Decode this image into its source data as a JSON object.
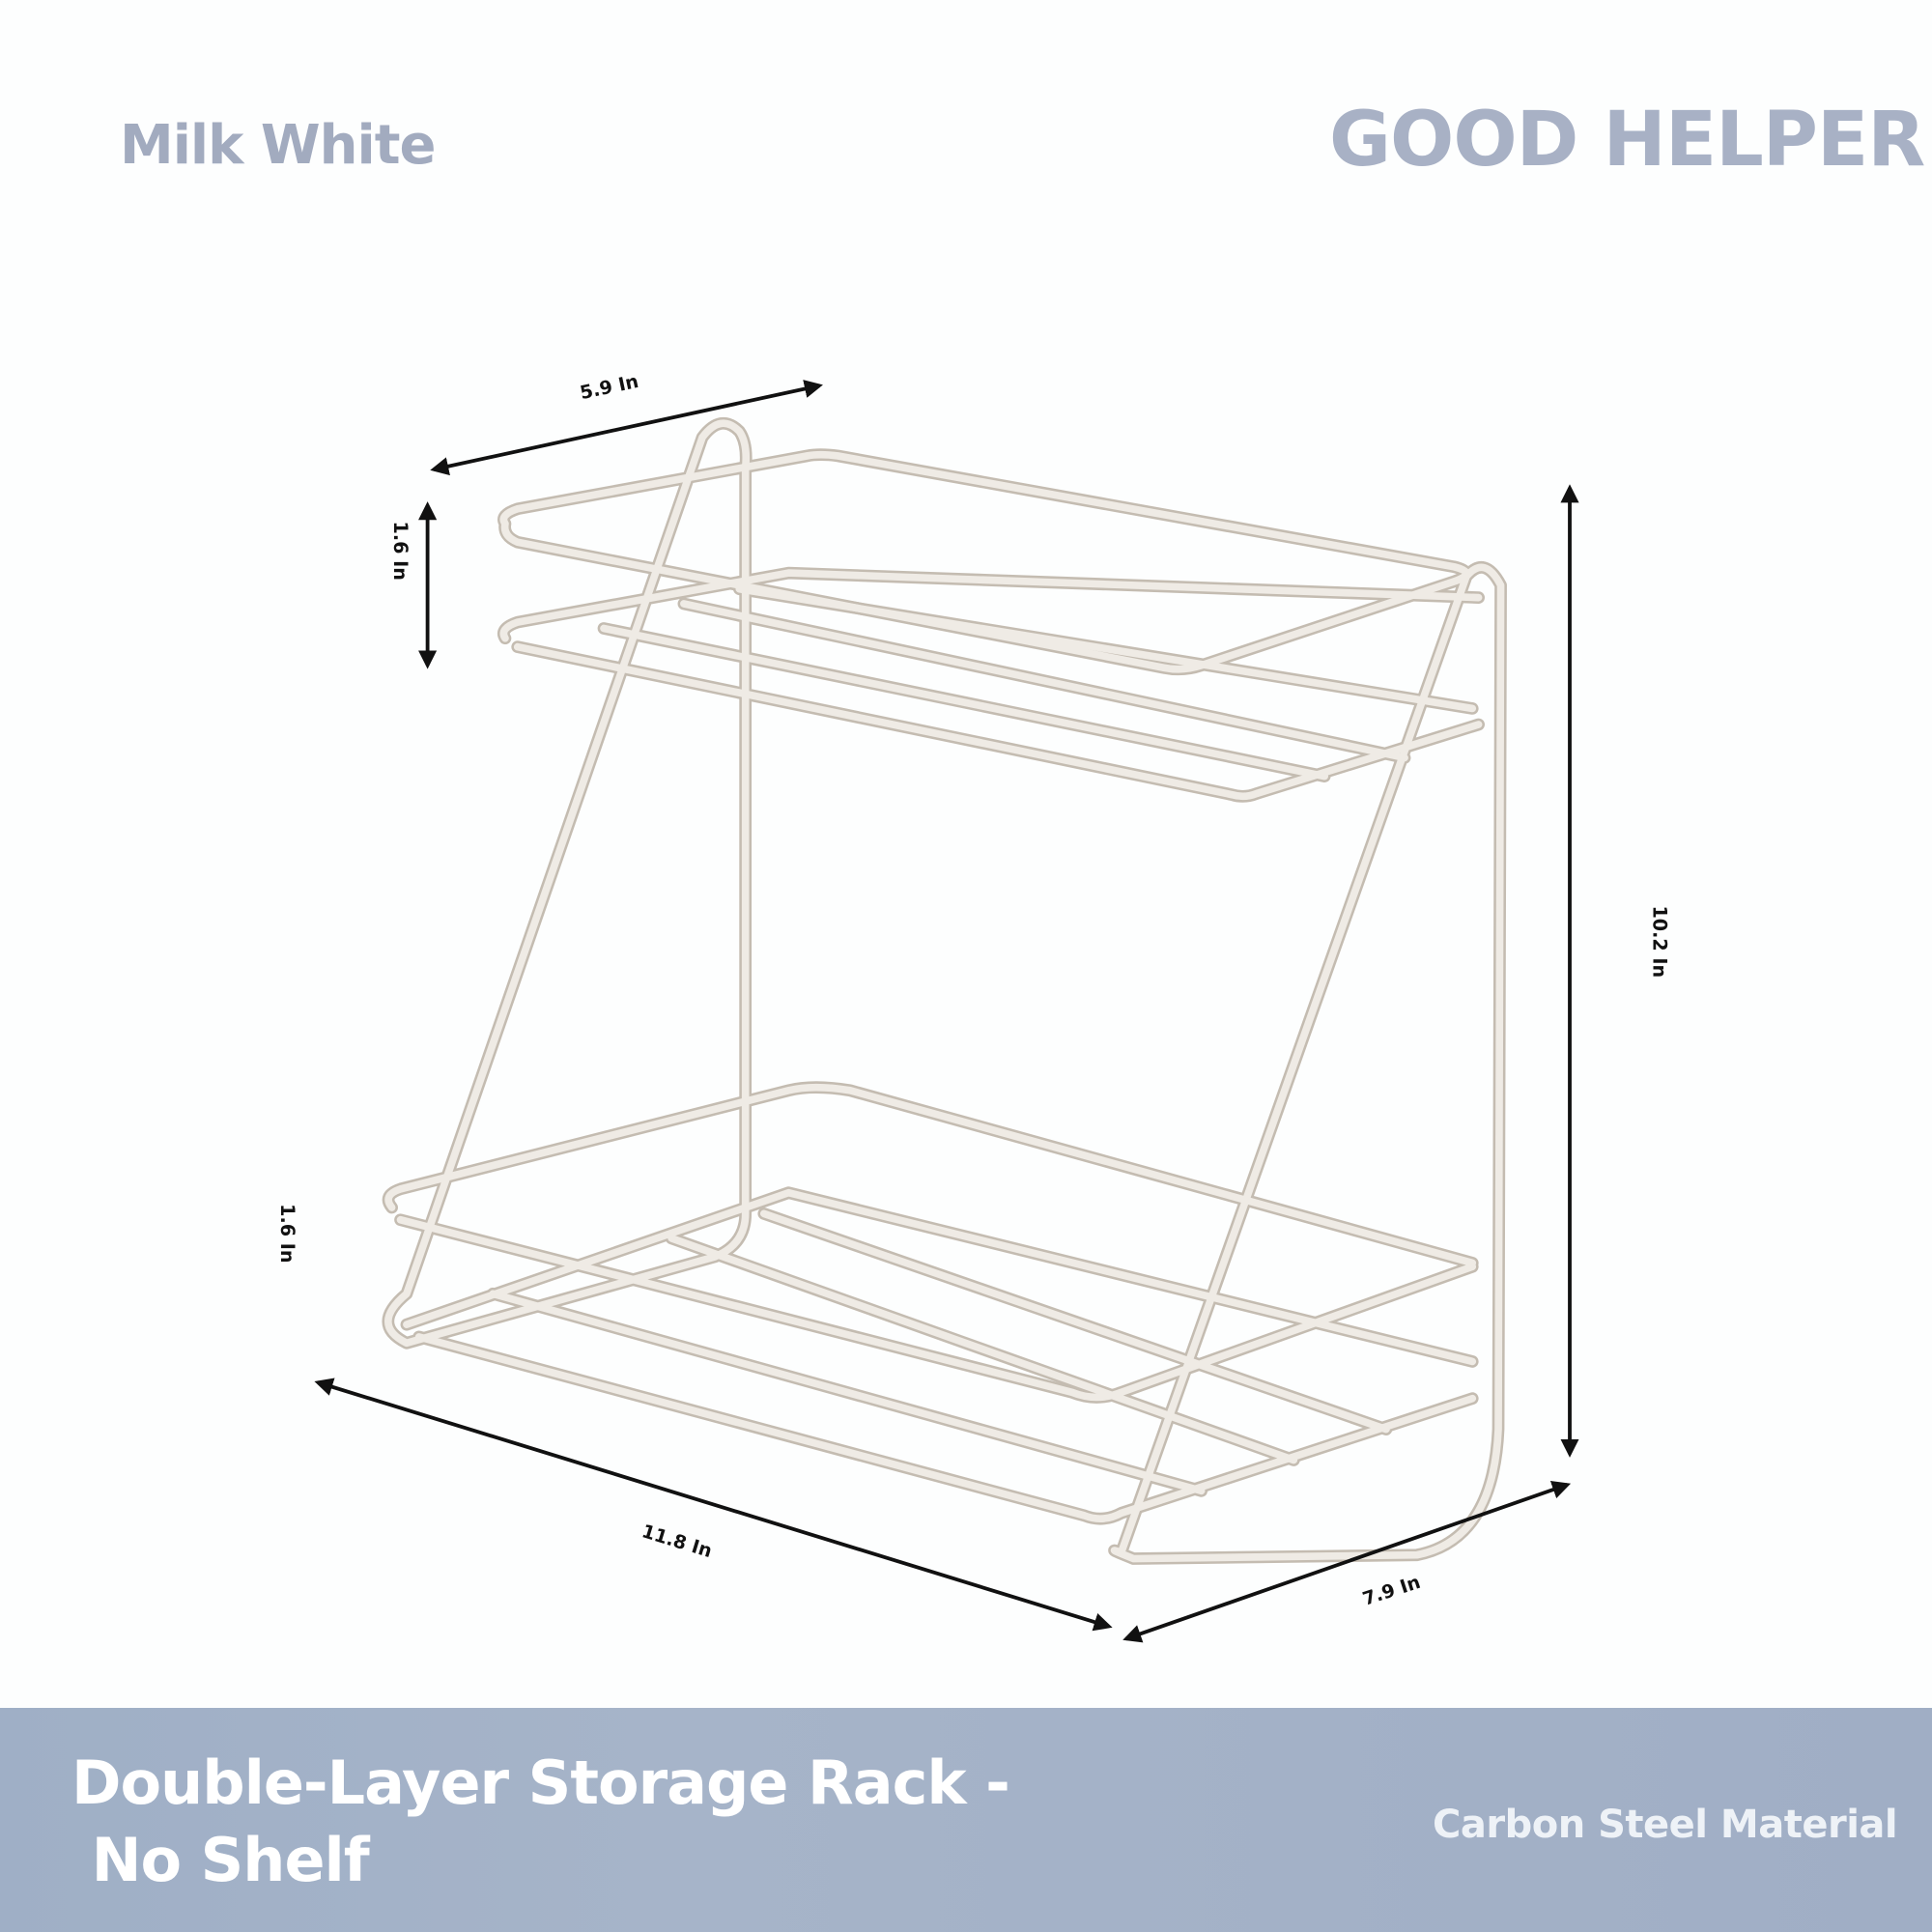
{
  "header": {
    "color_name": "Milk White",
    "brand": "GOOD HELPER"
  },
  "dimensions": {
    "depth_top": "5.9 In",
    "top_rail_height": "1.6 In",
    "total_height": "10.2 In",
    "bottom_rail_height": "1.6 In",
    "width": "11.8 In",
    "depth_bottom": "7.9 In"
  },
  "footer": {
    "title_line1": "Double-Layer Storage Rack -",
    "title_line2": " No Shelf",
    "material": "Carbon Steel Material"
  },
  "colors": {
    "band": "#a0afc6",
    "accent_text": "#a8b1c5",
    "rack": "#ece8e2"
  }
}
